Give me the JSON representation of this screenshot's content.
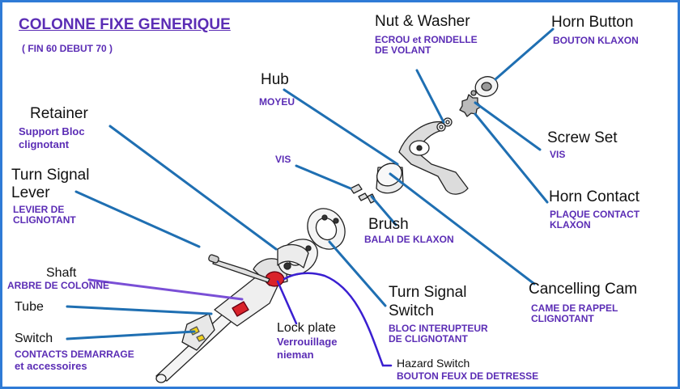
{
  "title": "COLONNE FIXE GENERIQUE",
  "subtitle": "( FIN 60 DEBUT 70 )",
  "colors": {
    "frame": "#2f7bd6",
    "leader": "#1f6fb2",
    "purple_leader": "#7a4fd6",
    "hazard_leader": "#3a1fd1",
    "french_text": "#5b2db5"
  },
  "labels": {
    "nut_washer": {
      "en": "Nut & Washer",
      "fr1": "ECROU et RONDELLE",
      "fr2": "DE VOLANT"
    },
    "horn_button": {
      "en": "Horn Button",
      "fr": "BOUTON KLAXON"
    },
    "hub": {
      "en": "Hub",
      "fr": "MOYEU"
    },
    "retainer": {
      "en": "Retainer",
      "fr1": "Support Bloc",
      "fr2": "clignotant"
    },
    "screw_set": {
      "en": "Screw Set",
      "fr": "VIS"
    },
    "vis": {
      "fr": "VIS"
    },
    "turn_signal_lever": {
      "en1": "Turn Signal",
      "en2": "Lever",
      "fr1": "LEVIER DE",
      "fr2": "CLIGNOTANT"
    },
    "horn_contact": {
      "en": "Horn Contact",
      "fr1": "PLAQUE CONTACT",
      "fr2": "KLAXON"
    },
    "brush": {
      "en": "Brush",
      "fr": "BALAI DE KLAXON"
    },
    "shaft": {
      "en": "Shaft",
      "fr": "ARBRE DE COLONNE"
    },
    "cancelling_cam": {
      "en": "Cancelling Cam",
      "fr1": "CAME DE RAPPEL",
      "fr2": "CLIGNOTANT"
    },
    "turn_signal_switch": {
      "en1": "Turn Signal",
      "en2": "Switch",
      "fr1": "BLOC INTERUPTEUR",
      "fr2": "DE CLIGNOTANT"
    },
    "tube": {
      "en": "Tube"
    },
    "lock_plate": {
      "en": "Lock plate",
      "fr1": "Verrouillage",
      "fr2": "nieman"
    },
    "switch": {
      "en": "Switch",
      "fr1": "CONTACTS DEMARRAGE",
      "fr2": "et accessoires"
    },
    "hazard_switch": {
      "en": "Hazard Switch",
      "fr": "BOUTON FEUX DE DETRESSE"
    }
  }
}
